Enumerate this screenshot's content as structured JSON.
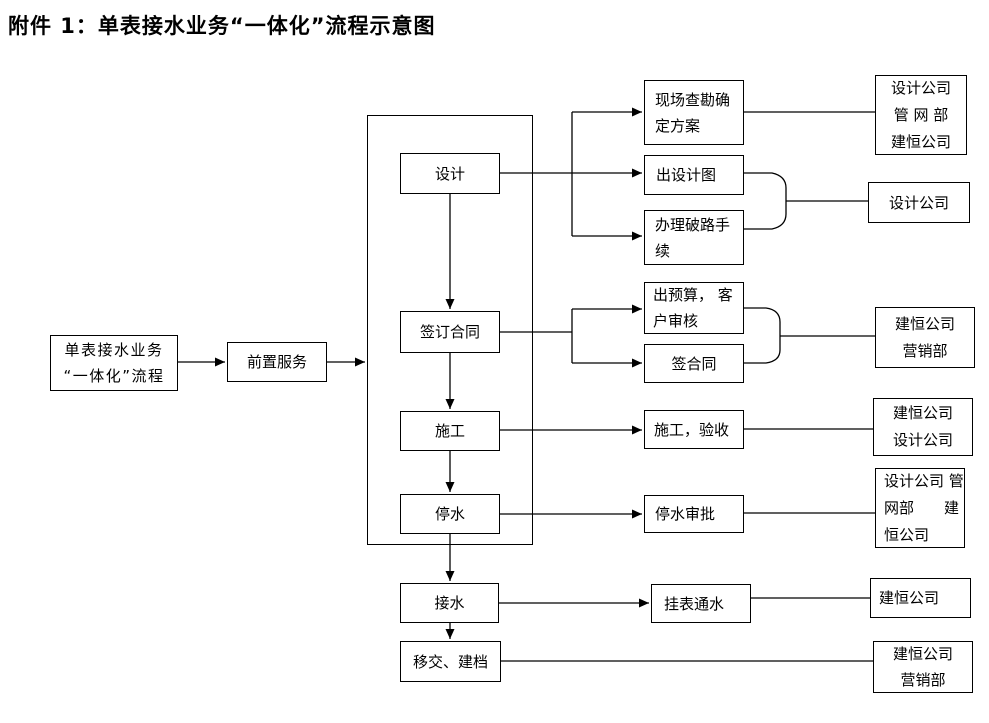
{
  "title": "附件 1：单表接水业务“一体化”流程示意图",
  "nodes": {
    "start": "单表接水业务\n“一体化”流程",
    "pre_service": "前置服务",
    "design": "设计",
    "sign_contract": "签订合同",
    "construction": "施工",
    "water_stop": "停水",
    "water_connect": "接水",
    "handover": "移交、建档",
    "site_survey": "现场查勘确\n定方案",
    "design_drawing": "出设计图",
    "road_break": "办理破路手\n续",
    "budget_review": "出预算， 客\n户审核",
    "sign_deal": "签合同",
    "construct_accept": "施工，验收",
    "stop_approval": "停水审批",
    "meter_install": "挂表通水",
    "org_design_pipe_jianheng": "设计公司\n管 网 部\n建恒公司",
    "org_design": "设计公司",
    "org_jianheng_marketing_1": "建恒公司\n营销部",
    "org_jianheng_design": "建恒公司\n设计公司",
    "org_design_pipe_jianheng_2": "设计公司 管\n网部　　建\n恒公司",
    "org_jianheng": "建恒公司",
    "org_jianheng_marketing_2": "建恒公司\n营销部"
  },
  "colors": {
    "line": "#000000",
    "background": "#ffffff",
    "text": "#000000"
  }
}
